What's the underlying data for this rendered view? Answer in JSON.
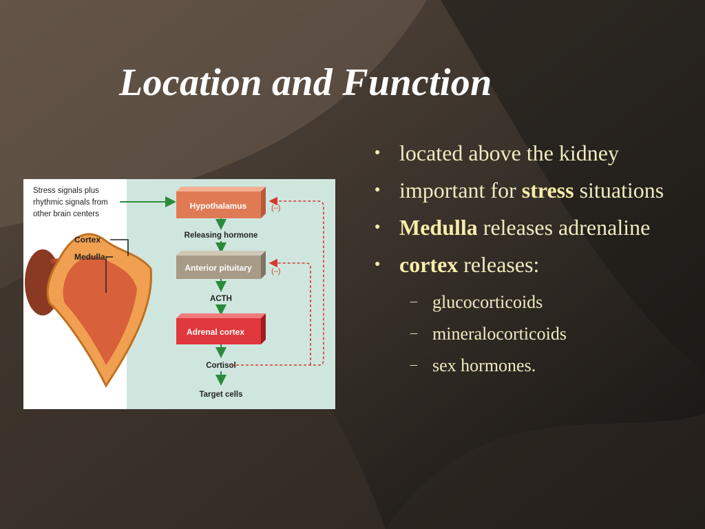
{
  "slide": {
    "title": "Location and Function"
  },
  "figure": {
    "stress_signals": [
      "Stress signals plus",
      "rhythmic signals from",
      "other brain centers"
    ],
    "cortex_label": "Cortex",
    "medulla_label": "Medulla",
    "hypothalamus": "Hypothalamus",
    "releasing_hormone": "Releasing hormone",
    "anterior_pituitary": "Anterior pituitary",
    "acth": "ACTH",
    "adrenal_cortex": "Adrenal cortex",
    "cortisol": "Cortisol",
    "target_cells": "Target cells",
    "feedback_1": "(–)",
    "feedback_2": "(–)"
  },
  "bullets": {
    "b1": "located above the kidney",
    "b2_pre": "important for ",
    "b2_bold": "stress",
    "b2_post": " situations",
    "b3_bold": "Medulla",
    "b3_post": " releases adrenaline",
    "b4_bold": "cortex",
    "b4_post": " releases:",
    "bullet_glyph": "●",
    "dash_glyph": "–",
    "subs": [
      "glucocorticoids",
      "mineralocorticoids",
      "sex hormones."
    ]
  },
  "colors": {
    "background": "#2a241f",
    "title": "#ffffff",
    "text": "#f0eac0",
    "box_hypothalamus": "#e07a55",
    "box_pituitary": "#a79a86",
    "box_adrenal": "#e0383c",
    "arrow_green": "#2a8a3a",
    "feedback_red": "#d23a2a"
  }
}
